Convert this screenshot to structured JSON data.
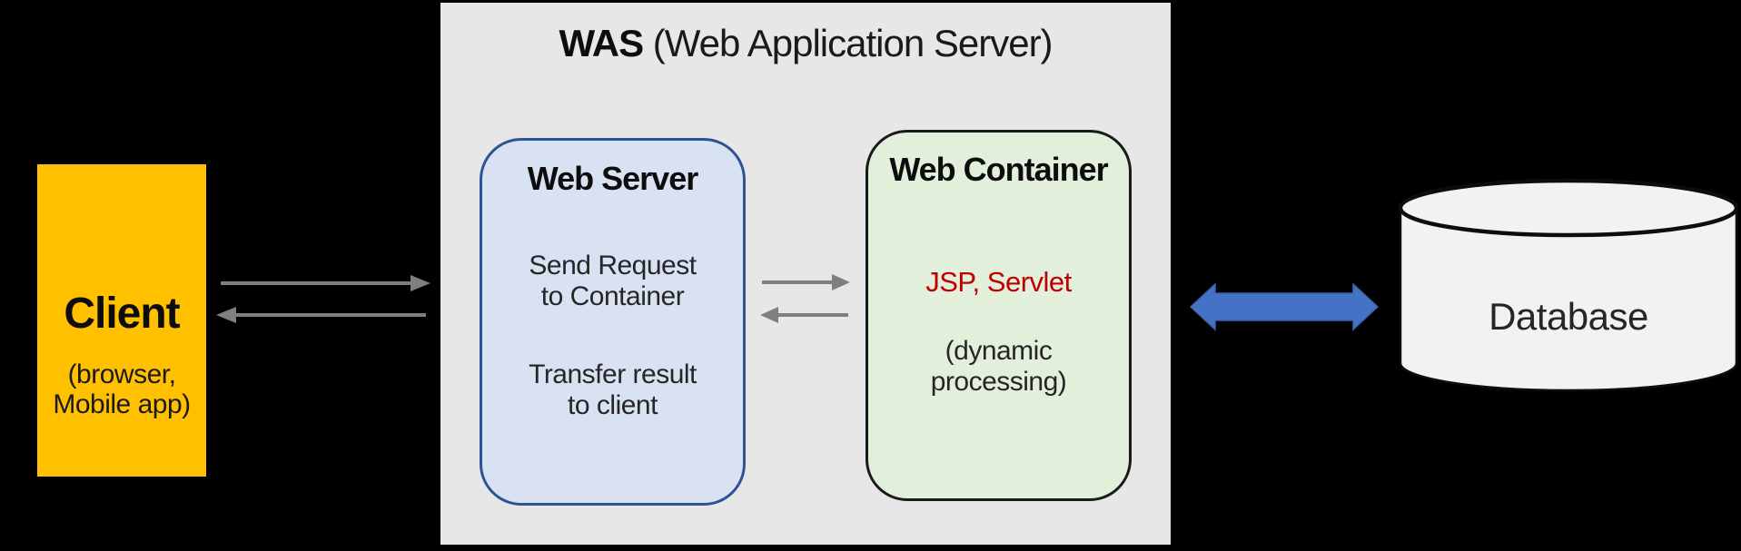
{
  "colors": {
    "background": "#000000",
    "was_fill": "#E7E7E7",
    "client_fill": "#FFC000",
    "web_server_fill": "#D9E2F2",
    "web_server_border": "#2E5395",
    "web_container_fill": "#E2EFDA",
    "web_container_border": "#1A1A1A",
    "jsp_text": "#C00000",
    "gray_arrow": "#7F7F7F",
    "blue_arrow": "#4472C4",
    "database_fill": "#F2F2F2",
    "text_dark": "#1A1A1A"
  },
  "was": {
    "title_bold": "WAS",
    "title_rest": " (Web Application Server)"
  },
  "client": {
    "title": "Client",
    "subtitle_line1": "(browser,",
    "subtitle_line2": "Mobile app)"
  },
  "web_server": {
    "title": "Web Server",
    "line1a": "Send Request",
    "line1b": "to Container",
    "line2a": "Transfer result",
    "line2b": "to client"
  },
  "web_container": {
    "title": "Web Container",
    "tech_label": "JSP, Servlet",
    "note_line1": "(dynamic",
    "note_line2": "processing)"
  },
  "database": {
    "label": "Database"
  },
  "icons": {
    "client_request_arrow": "right-arrow",
    "client_response_arrow": "left-arrow",
    "server_request_arrow": "right-arrow",
    "server_response_arrow": "left-arrow",
    "database_link_arrow": "double-headed-arrow",
    "database_shape": "cylinder"
  }
}
